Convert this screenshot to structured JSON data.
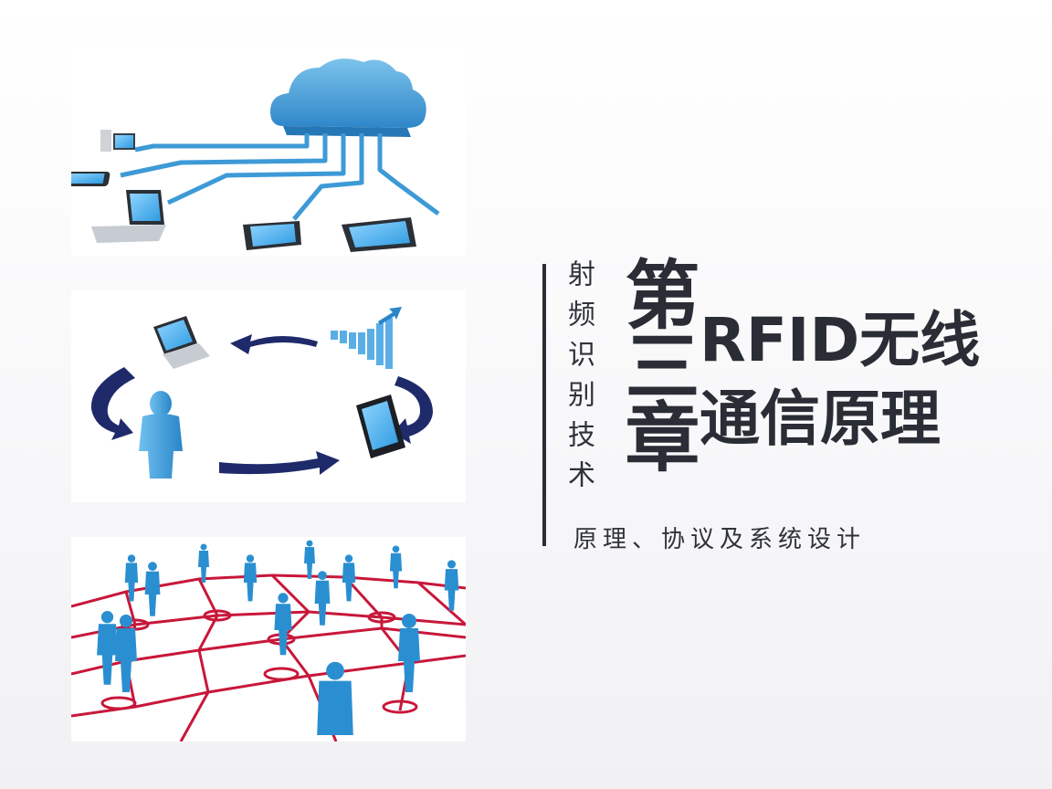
{
  "slide": {
    "vertical_subtitle": "射频识别技术",
    "chapter": "第三章",
    "title_line1": "RFID无线",
    "title_line2": "通信原理",
    "subtitle": "原理、协议及系统设计"
  },
  "colors": {
    "text": "#2a2d35",
    "cloud_blue": "#3d9ad6",
    "arrow_navy": "#1f2a6b",
    "network_red": "#c8173a",
    "figure_blue": "#2a8fd1"
  },
  "illustrations": [
    {
      "name": "cloud-computing-illustration",
      "icons": [
        "cloud-icon",
        "desktop-icon",
        "phone-icon",
        "laptop-icon",
        "smartphone-icon",
        "tablet-icon"
      ]
    },
    {
      "name": "data-cycle-illustration",
      "icons": [
        "laptop-icon",
        "bar-chart-icon",
        "person-icon",
        "smartphone-icon",
        "cycle-arrows-icon"
      ]
    },
    {
      "name": "people-network-illustration",
      "icons": [
        "people-figure-icon",
        "network-lines-icon"
      ]
    }
  ]
}
